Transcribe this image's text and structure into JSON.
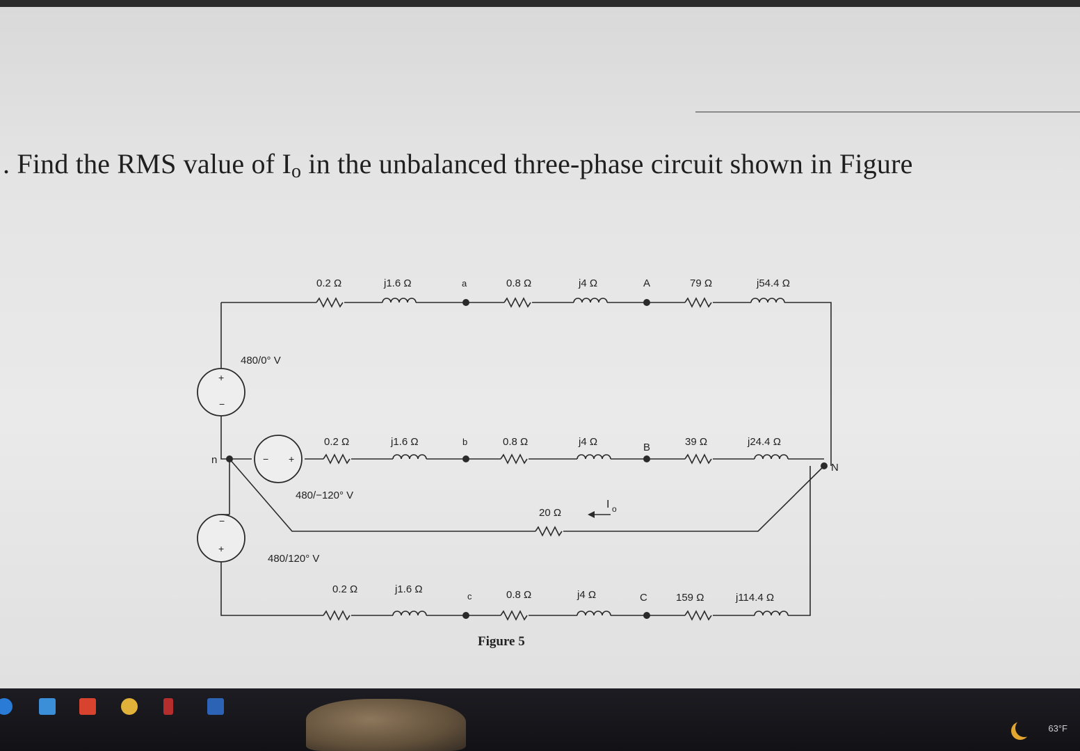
{
  "question": {
    "prefix": ". Find the RMS value of I",
    "subscript": "o",
    "suffix": " in the unbalanced three-phase circuit shown in Figure"
  },
  "figure": {
    "caption": "Figure 5",
    "sources": {
      "a": "480/0° V",
      "b": "480/−120° V",
      "c": "480/120° V",
      "plus": "+",
      "minus": "−"
    },
    "phase_a": {
      "line_r": "0.2 Ω",
      "line_x": "j1.6 Ω",
      "node_small": "a",
      "tr_r": "0.8 Ω",
      "tr_x": "j4 Ω",
      "node_big": "A",
      "load_r": "79 Ω",
      "load_x": "j54.4 Ω"
    },
    "phase_b": {
      "line_r": "0.2 Ω",
      "line_x": "j1.6 Ω",
      "node_small": "b",
      "tr_r": "0.8 Ω",
      "tr_x": "j4 Ω",
      "node_big": "B",
      "load_r": "39 Ω",
      "load_x": "j24.4 Ω"
    },
    "phase_c": {
      "line_r": "0.2 Ω",
      "line_x": "j1.6 Ω",
      "node_small": "c",
      "tr_r": "0.8 Ω",
      "tr_x": "j4 Ω",
      "node_big": "C",
      "load_r": "159 Ω",
      "load_x": "j114.4 Ω"
    },
    "neutral": {
      "resistor": "20 Ω",
      "current_label": "I",
      "current_sub": "o",
      "node_n": "n",
      "node_N": "N"
    }
  },
  "taskbar": {
    "weather": "63°F"
  },
  "colors": {
    "wire": "#2a2a2a",
    "text": "#1f1f1f",
    "screen": "#e6e6e6"
  }
}
